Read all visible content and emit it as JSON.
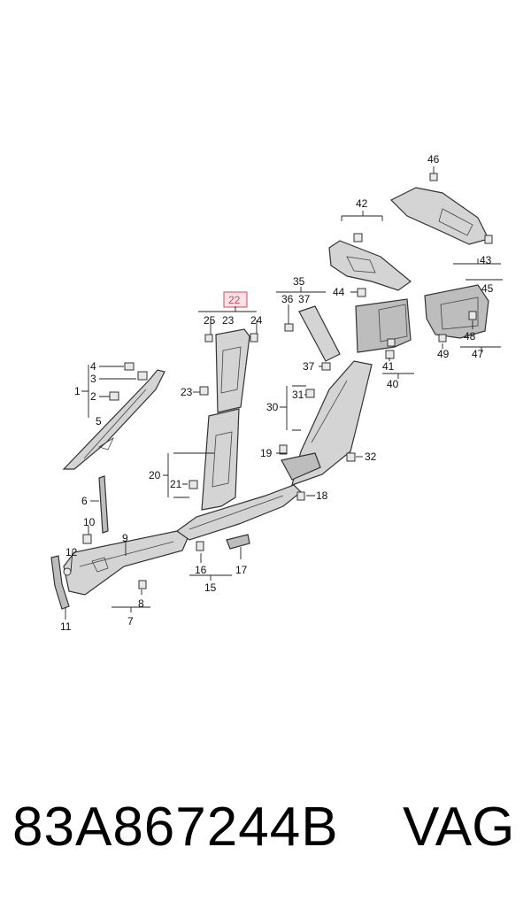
{
  "diagram": {
    "highlighted_callout": "22",
    "callouts": {
      "c1": "1",
      "c2": "2",
      "c3": "3",
      "c4": "4",
      "c5": "5",
      "c6": "6",
      "c7": "7",
      "c8": "8",
      "c9": "9",
      "c10": "10",
      "c11": "11",
      "c12": "12",
      "c15": "15",
      "c16": "16",
      "c17": "17",
      "c18": "18",
      "c19": "19",
      "c20": "20",
      "c21": "21",
      "c23a": "23",
      "c23b": "23",
      "c24": "24",
      "c25": "25",
      "c30": "30",
      "c31": "31",
      "c32": "32",
      "c35": "35",
      "c36": "36",
      "c37a": "37",
      "c37b": "37",
      "c40": "40",
      "c41": "41",
      "c42": "42",
      "c43": "43",
      "c44": "44",
      "c45": "45",
      "c46": "46",
      "c47": "47",
      "c48": "48",
      "c49": "49"
    },
    "colors": {
      "highlight": "#d64a5c",
      "part_fill": "#d4d4d4"
    }
  },
  "footer": {
    "part_number": "83A867244B",
    "brand": "VAG"
  }
}
